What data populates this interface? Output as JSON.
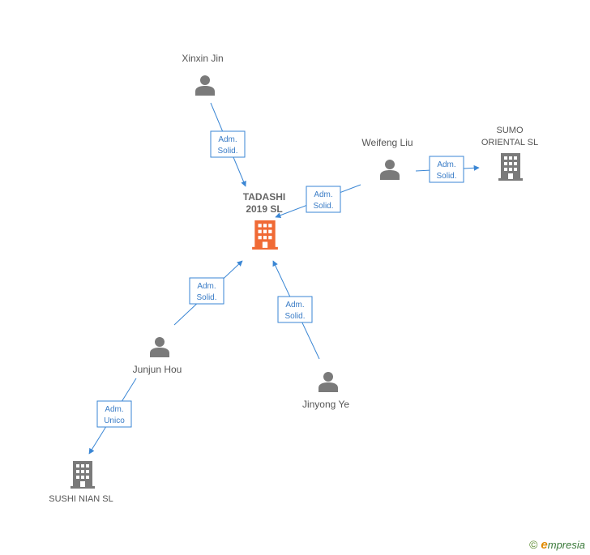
{
  "nodes": {
    "xinxin_jin": {
      "label": "Xinxin Jin",
      "icon": "person-icon"
    },
    "weifeng_liu": {
      "label": "Weifeng Liu",
      "icon": "person-icon"
    },
    "sumo_oriental": {
      "label_lines": [
        "SUMO",
        "ORIENTAL  SL"
      ],
      "icon": "building-icon"
    },
    "tadashi": {
      "label_lines": [
        "TADASHI",
        "2019  SL"
      ],
      "icon": "building-icon"
    },
    "junjun_hou": {
      "label": "Junjun Hou",
      "icon": "person-icon"
    },
    "jinyong_ye": {
      "label": "Jinyong Ye",
      "icon": "person-icon"
    },
    "sushi_nian": {
      "label": "SUSHI NIAN  SL",
      "icon": "building-icon"
    }
  },
  "edges": {
    "xinxin_to_tadashi": {
      "line1": "Adm.",
      "line2": "Solid."
    },
    "weifeng_to_tadashi": {
      "line1": "Adm.",
      "line2": "Solid."
    },
    "weifeng_to_sumo": {
      "line1": "Adm.",
      "line2": "Solid."
    },
    "junjun_to_tadashi": {
      "line1": "Adm.",
      "line2": "Solid."
    },
    "jinyong_to_tadashi": {
      "line1": "Adm.",
      "line2": "Solid."
    },
    "junjun_to_sushi": {
      "line1": "Adm.",
      "line2": "Unico"
    }
  },
  "footer": {
    "copyright": "©",
    "brand_initial": "e",
    "brand_rest": "mpresia"
  },
  "colors": {
    "edge": "#3a86d4",
    "person": "#7a7a7a",
    "company": "#7a7a7a",
    "focus_company": "#f06a35"
  }
}
